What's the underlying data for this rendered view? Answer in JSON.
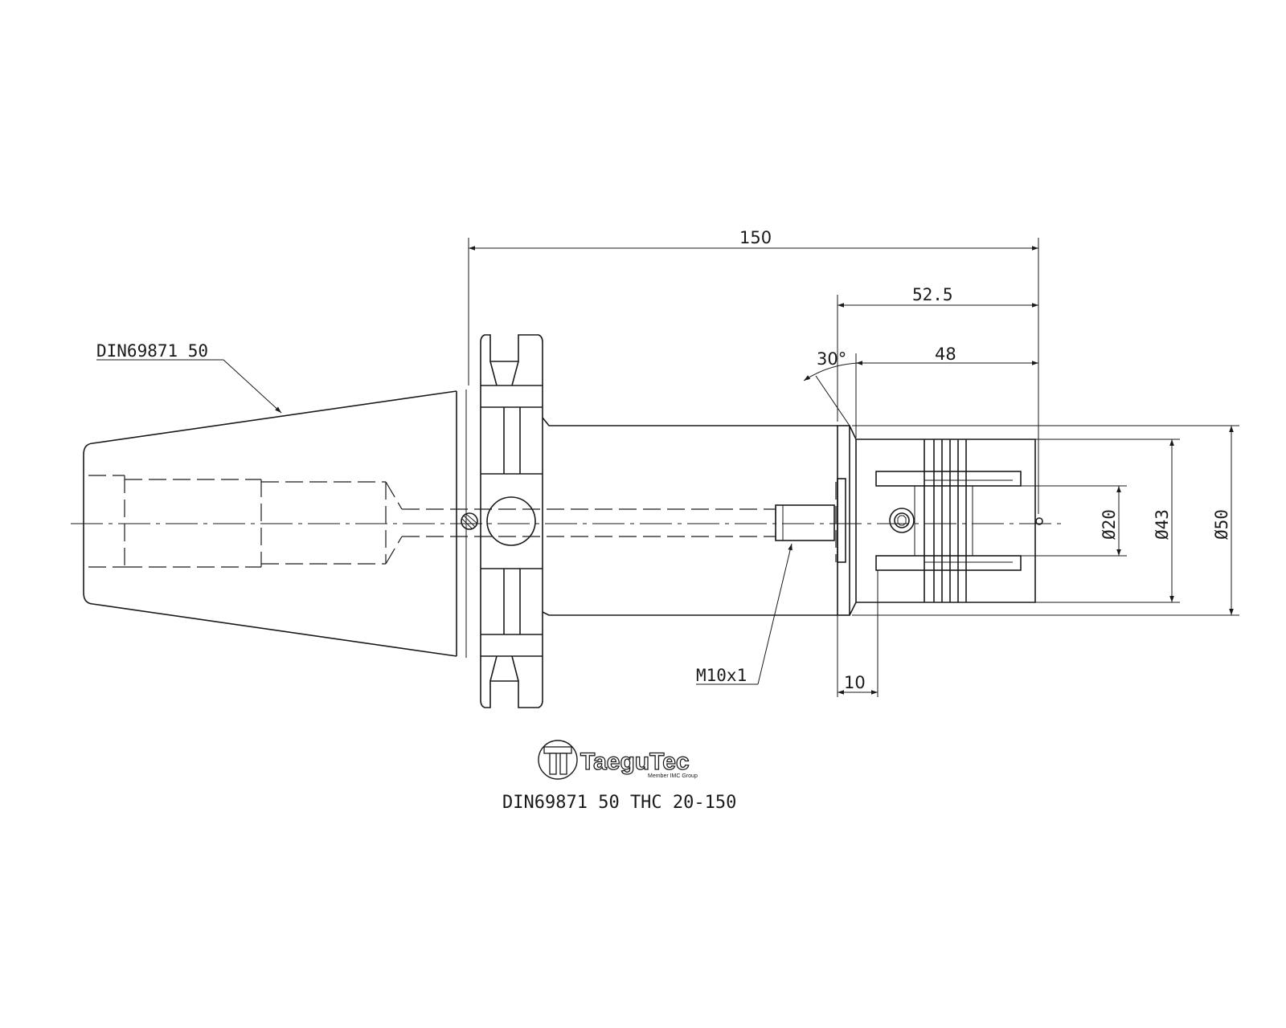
{
  "drawing": {
    "labels": {
      "taper": "DIN69871 50",
      "thread": "M10x1",
      "angle": "30°"
    },
    "dimensions": {
      "overall_length": "150",
      "head_length": "52.5",
      "bore_depth": "48",
      "flange_width": "10",
      "bore_diameter": "Ø20",
      "head_diameter": "Ø43",
      "body_diameter": "Ø50"
    },
    "title": "DIN69871 50 THC 20-150",
    "logo": {
      "name": "TaeguTec",
      "tagline": "Member IMC Group"
    }
  }
}
